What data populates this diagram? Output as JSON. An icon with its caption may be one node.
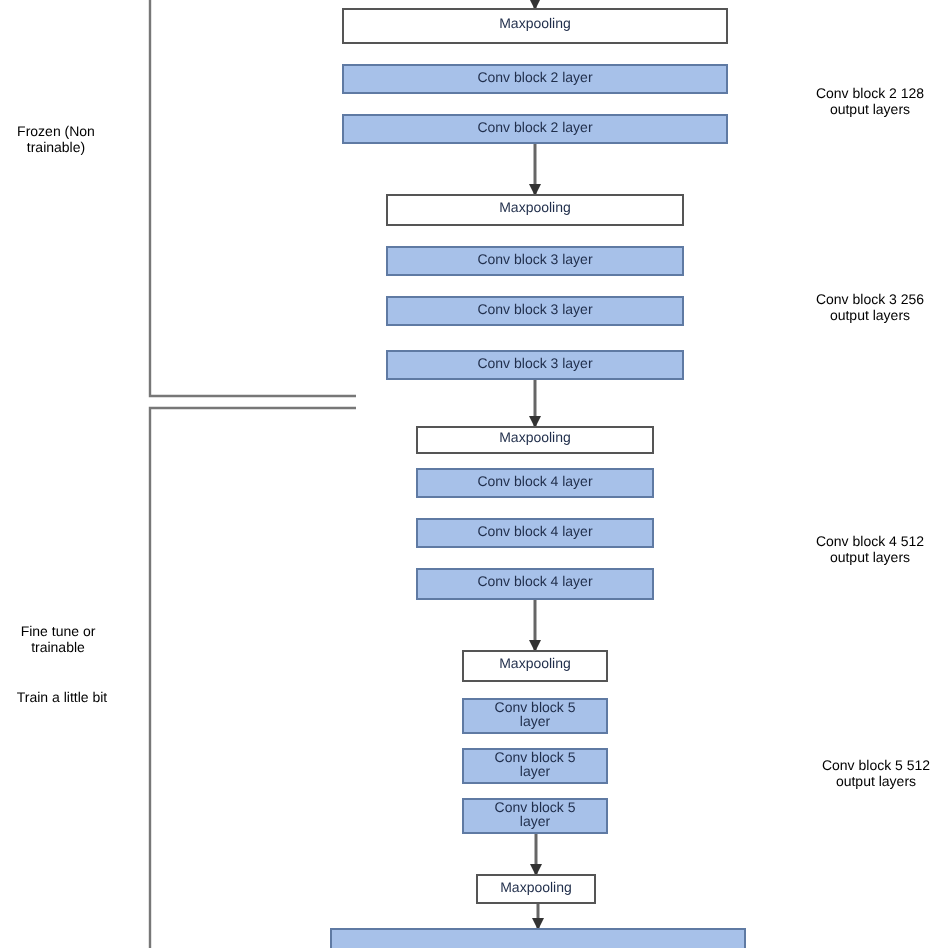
{
  "diagram": {
    "nodes": [
      {
        "text": [
          "Maxpooling"
        ]
      },
      {
        "text": [
          "Conv block 2 layer"
        ]
      },
      {
        "text": [
          "Conv block 2 layer"
        ]
      },
      {
        "text": [
          "Maxpooling"
        ]
      },
      {
        "text": [
          "Conv block 3 layer"
        ]
      },
      {
        "text": [
          "Conv block 3 layer"
        ]
      },
      {
        "text": [
          "Conv block 3 layer"
        ]
      },
      {
        "text": [
          "Maxpooling"
        ]
      },
      {
        "text": [
          "Conv block 4 layer"
        ]
      },
      {
        "text": [
          "Conv block 4 layer"
        ]
      },
      {
        "text": [
          "Conv block 4 layer"
        ]
      },
      {
        "text": [
          "Maxpooling"
        ]
      },
      {
        "text": [
          "Conv block 5 layer"
        ]
      },
      {
        "text": [
          "Conv block 5 layer"
        ]
      },
      {
        "text": [
          "Conv block 5 layer"
        ]
      },
      {
        "text": [
          "Maxpooling"
        ]
      },
      {
        "text": [],
        "shape": "box"
      }
    ],
    "edges": [
      {
        "from": null,
        "to": 0,
        "arrow": "to"
      },
      {
        "from": 2,
        "to": 3,
        "arrow": "to"
      },
      {
        "from": 6,
        "to": 7,
        "arrow": "to"
      },
      {
        "from": 10,
        "to": 11,
        "arrow": "to"
      },
      {
        "from": 14,
        "to": 15,
        "arrow": "to"
      },
      {
        "from": 15,
        "to": 16,
        "arrow": "to"
      }
    ],
    "labels": [
      "Frozen (Non trainable)",
      "Conv block 2 128 output layers",
      "Conv block 3 256 output layers",
      "Conv block 4 512 output layers",
      "Fine tune or trainable",
      "Train a little bit",
      "Conv block 5 512 output layers"
    ]
  }
}
